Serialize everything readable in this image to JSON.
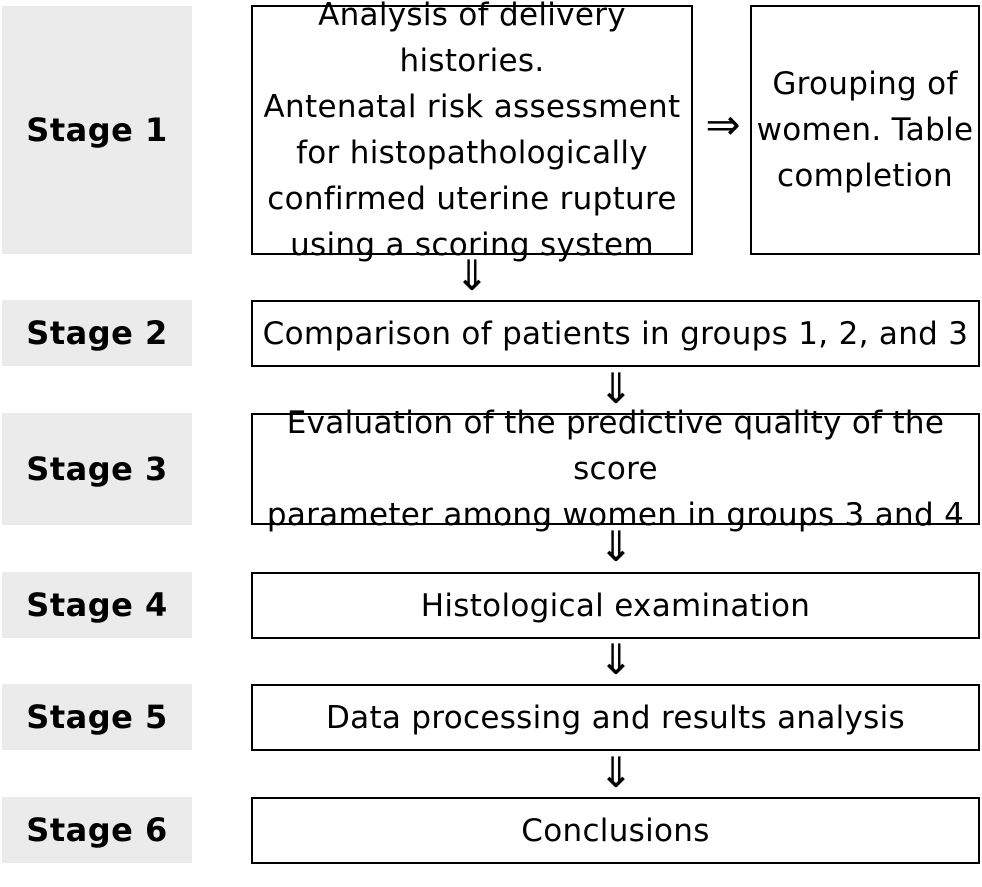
{
  "stages": [
    {
      "label": "Stage 1"
    },
    {
      "label": "Stage 2"
    },
    {
      "label": "Stage 3"
    },
    {
      "label": "Stage 4"
    },
    {
      "label": "Stage 5"
    },
    {
      "label": "Stage 6"
    }
  ],
  "boxes": {
    "stage1_main": {
      "lines": [
        "Analysis of delivery histories.",
        "Antenatal risk assessment",
        "for histopathologically",
        "confirmed uterine rupture",
        "using a scoring system"
      ]
    },
    "stage1_side": {
      "lines": [
        "Grouping of",
        "women. Table",
        "completion"
      ]
    },
    "stage2": {
      "text": "Comparison of patients in groups 1, 2, and 3"
    },
    "stage3": {
      "lines": [
        "Evaluation of the predictive quality of the score",
        "parameter among women in groups 3 and 4"
      ]
    },
    "stage4": {
      "text": "Histological examination"
    },
    "stage5": {
      "text": "Data processing and results analysis"
    },
    "stage6": {
      "text": "Conclusions"
    }
  },
  "arrows": {
    "down": "⇓",
    "right": "⇒"
  }
}
